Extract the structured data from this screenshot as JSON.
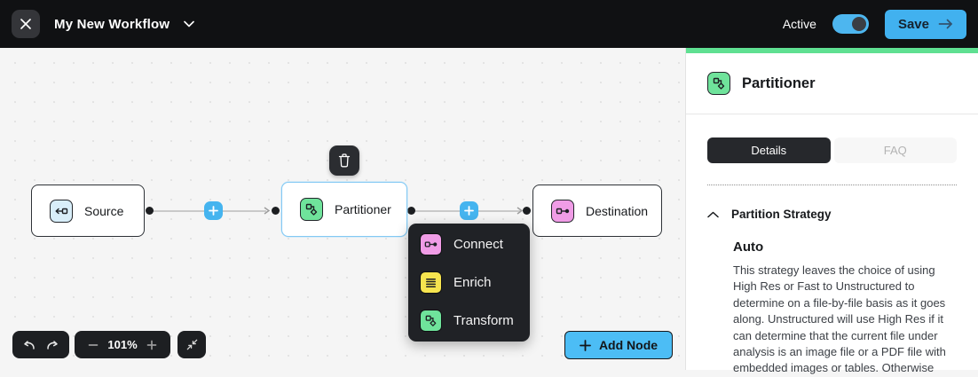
{
  "topbar": {
    "title": "My New Workflow",
    "active_label": "Active",
    "active_on": true,
    "save_label": "Save"
  },
  "canvas": {
    "nodes": [
      {
        "label": "Source",
        "icon": "source-icon",
        "color": "#d8eef9"
      },
      {
        "label": "Partitioner",
        "icon": "partitioner-icon",
        "color": "#6fe39b",
        "selected": true
      },
      {
        "label": "Destination",
        "icon": "destination-icon",
        "color": "#f09ce6"
      }
    ],
    "menu": {
      "items": [
        {
          "label": "Connect",
          "icon": "connect-icon",
          "color": "#f09ce6"
        },
        {
          "label": "Enrich",
          "icon": "enrich-icon",
          "color": "#f6e44f"
        },
        {
          "label": "Transform",
          "icon": "transform-icon",
          "color": "#6fe39b"
        }
      ]
    },
    "zoom_level": "101%",
    "add_node_label": "Add Node"
  },
  "panel": {
    "title": "Partitioner",
    "tabs": [
      {
        "label": "Details",
        "active": true
      },
      {
        "label": "FAQ",
        "active": false
      }
    ],
    "section": {
      "heading": "Partition Strategy",
      "strategy_name": "Auto",
      "strategy_description": "This strategy leaves the choice of using High Res or Fast to Unstructured to determine on a file-by-file basis as it goes along. Unstructured will use High Res if it can determine that the current file under analysis is an image file or a PDF file with embedded images or tables. Otherwise"
    }
  },
  "colors": {
    "accent_blue": "#45b4ef",
    "panel_green": "#5fe092",
    "topbar_dark": "#101113",
    "node_green": "#6fe39b",
    "node_pink": "#f09ce6",
    "node_yellow": "#f6e44f",
    "node_blue": "#d8eef9"
  }
}
